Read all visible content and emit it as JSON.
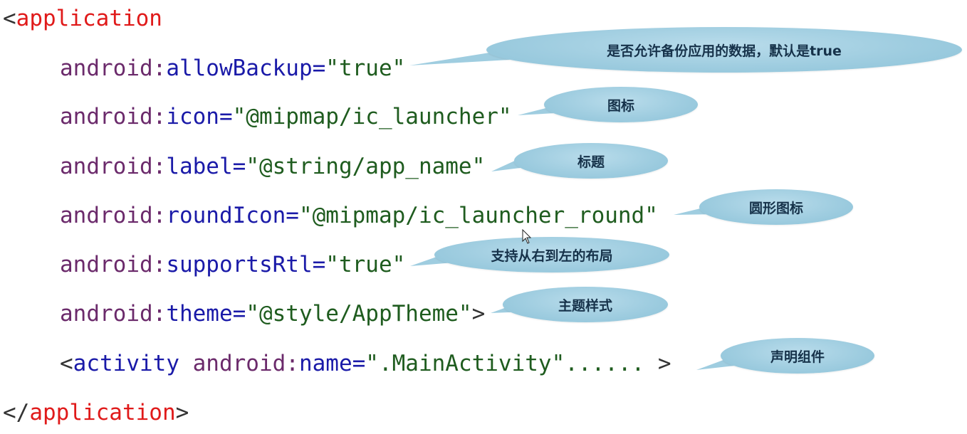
{
  "code": {
    "open_tag": {
      "lt": "<",
      "name": "application"
    },
    "attrs": [
      {
        "prefix": "android:",
        "name": "allowBackup",
        "eq": "=",
        "value": "\"true\""
      },
      {
        "prefix": "android:",
        "name": "icon",
        "eq": "=",
        "value": "\"@mipmap/ic_launcher\""
      },
      {
        "prefix": "android:",
        "name": "label",
        "eq": "=",
        "value": "\"@string/app_name\""
      },
      {
        "prefix": "android:",
        "name": "roundIcon",
        "eq": "=",
        "value": "\"@mipmap/ic_launcher_round\""
      },
      {
        "prefix": "android:",
        "name": "supportsRtl",
        "eq": "=",
        "value": "\"true\""
      },
      {
        "prefix": "android:",
        "name": "theme",
        "eq": "=",
        "value": "\"@style/AppTheme\"",
        "close": ">"
      }
    ],
    "activity": {
      "lt": "<",
      "name": "activity",
      "prefix": " android:",
      "attr": "name",
      "eq": "=",
      "value": "\".MainActivity\"",
      "rest": "...... ",
      "gt": ">"
    },
    "close_tag": {
      "lt": "</",
      "name": "application",
      "gt": ">"
    }
  },
  "callouts": {
    "allow_backup": "是否允许备份应用的数据，默认是true",
    "icon": "图标",
    "label": "标题",
    "round_icon": "圆形图标",
    "supports_rtl": "支持从右到左的布局",
    "theme": "主题样式",
    "component": "声明组件"
  },
  "colors": {
    "tag": "#e01a1a",
    "attr_prefix": "#6b2a6b",
    "attr_name": "#1a1aa8",
    "attr_value": "#1f5c1f",
    "bubble": "#9fcde0"
  },
  "icons": {
    "cursor": "mouse-pointer-icon"
  }
}
